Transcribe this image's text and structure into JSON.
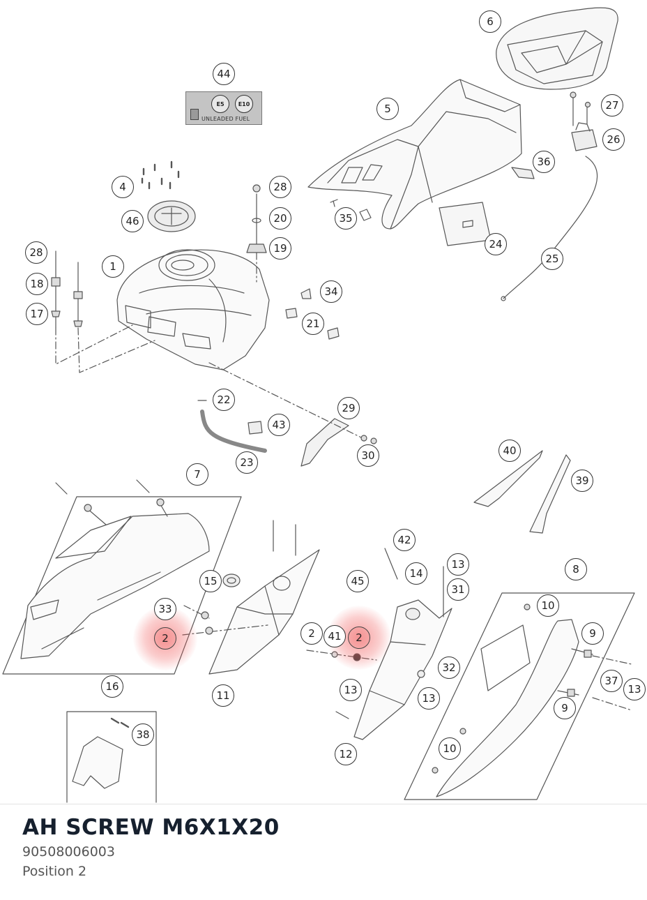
{
  "diagram": {
    "callouts": [
      {
        "label": "1",
        "name": "callout-1"
      },
      {
        "label": "2",
        "name": "callout-2-left",
        "highlight": true
      },
      {
        "label": "2",
        "name": "callout-2-mid"
      },
      {
        "label": "2",
        "name": "callout-2-right",
        "highlight": true
      },
      {
        "label": "4",
        "name": "callout-4"
      },
      {
        "label": "5",
        "name": "callout-5"
      },
      {
        "label": "6",
        "name": "callout-6"
      },
      {
        "label": "7",
        "name": "callout-7"
      },
      {
        "label": "8",
        "name": "callout-8"
      },
      {
        "label": "9",
        "name": "callout-9-upper"
      },
      {
        "label": "9",
        "name": "callout-9-lower"
      },
      {
        "label": "10",
        "name": "callout-10-upper"
      },
      {
        "label": "10",
        "name": "callout-10-lower"
      },
      {
        "label": "11",
        "name": "callout-11"
      },
      {
        "label": "12",
        "name": "callout-12"
      },
      {
        "label": "13",
        "name": "callout-13-top"
      },
      {
        "label": "13",
        "name": "callout-13-left"
      },
      {
        "label": "13",
        "name": "callout-13-mid"
      },
      {
        "label": "13",
        "name": "callout-13-right"
      },
      {
        "label": "14",
        "name": "callout-14"
      },
      {
        "label": "15",
        "name": "callout-15"
      },
      {
        "label": "16",
        "name": "callout-16"
      },
      {
        "label": "17",
        "name": "callout-17"
      },
      {
        "label": "18",
        "name": "callout-18"
      },
      {
        "label": "19",
        "name": "callout-19"
      },
      {
        "label": "20",
        "name": "callout-20"
      },
      {
        "label": "21",
        "name": "callout-21"
      },
      {
        "label": "22",
        "name": "callout-22"
      },
      {
        "label": "23",
        "name": "callout-23"
      },
      {
        "label": "24",
        "name": "callout-24"
      },
      {
        "label": "25",
        "name": "callout-25"
      },
      {
        "label": "26",
        "name": "callout-26"
      },
      {
        "label": "27",
        "name": "callout-27"
      },
      {
        "label": "28",
        "name": "callout-28-left"
      },
      {
        "label": "28",
        "name": "callout-28-right"
      },
      {
        "label": "29",
        "name": "callout-29"
      },
      {
        "label": "30",
        "name": "callout-30"
      },
      {
        "label": "31",
        "name": "callout-31"
      },
      {
        "label": "32",
        "name": "callout-32"
      },
      {
        "label": "33",
        "name": "callout-33"
      },
      {
        "label": "34",
        "name": "callout-34"
      },
      {
        "label": "35",
        "name": "callout-35"
      },
      {
        "label": "36",
        "name": "callout-36"
      },
      {
        "label": "37",
        "name": "callout-37"
      },
      {
        "label": "38",
        "name": "callout-38"
      },
      {
        "label": "39",
        "name": "callout-39"
      },
      {
        "label": "40",
        "name": "callout-40"
      },
      {
        "label": "41",
        "name": "callout-41"
      },
      {
        "label": "42",
        "name": "callout-42"
      },
      {
        "label": "43",
        "name": "callout-43"
      },
      {
        "label": "44",
        "name": "callout-44"
      },
      {
        "label": "45",
        "name": "callout-45"
      },
      {
        "label": "46",
        "name": "callout-46"
      }
    ],
    "fuel_label": {
      "badge_e5": "E5",
      "badge_e10": "E10",
      "text": "UNLEADED FUEL"
    }
  },
  "part_info": {
    "title": "AH SCREW M6X1X20",
    "part_number": "90508006003",
    "position": "Position 2"
  }
}
